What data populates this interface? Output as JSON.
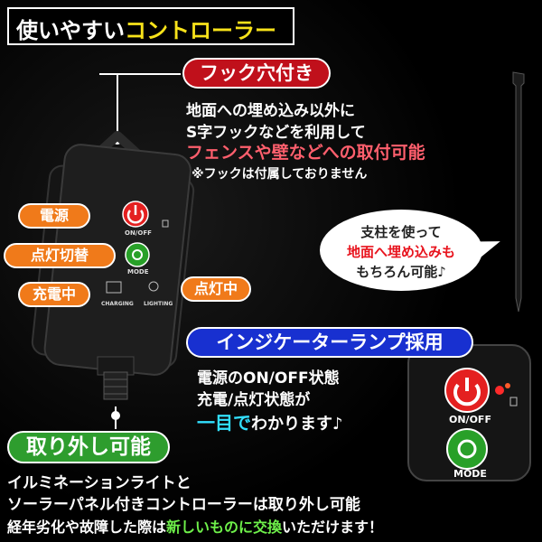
{
  "title": {
    "part1": "使いやすい",
    "part2": "コントローラー"
  },
  "hook_section": {
    "badge": "フック穴付き",
    "line1": "地面への埋め込み以外に",
    "line2": "S字フックなどを利用して",
    "highlight": "フェンスや壁などへの取付可能",
    "note": "※フックは付属しておりません"
  },
  "stake_bubble": {
    "line1": "支柱を使って",
    "line2": "地面へ埋め込みも",
    "line3": "もちろん可能♪"
  },
  "controller_labels": {
    "power": "電源",
    "switch": "点灯切替",
    "charging": "充電中",
    "lighting": "点灯中"
  },
  "device_text": {
    "onoff": "ON/OFF",
    "mode": "MODE",
    "charging": "CHARGING",
    "lighting": "LIGHTING"
  },
  "indicator_section": {
    "badge": "インジケーターランプ採用",
    "line1": "電源のON/OFF状態",
    "line2": "充電/点灯状態が",
    "line3_highlight": "一目で",
    "line3_rest": "わかります♪"
  },
  "detach_section": {
    "badge": "取り外し可能",
    "line1": "イルミネーションライトと",
    "line2": "ソーラーパネル付きコントローラーは取り外し可能",
    "line3_a": "経年劣化や故障した際は",
    "line3_highlight": "新しいものに交換",
    "line3_b": "いただけます！"
  },
  "colors": {
    "red_badge": "#c0101b",
    "blue_badge": "#1830d0",
    "green_badge": "#2e9d2e",
    "orange_label": "#f07a1a",
    "title_yellow": "#f7e21a"
  }
}
